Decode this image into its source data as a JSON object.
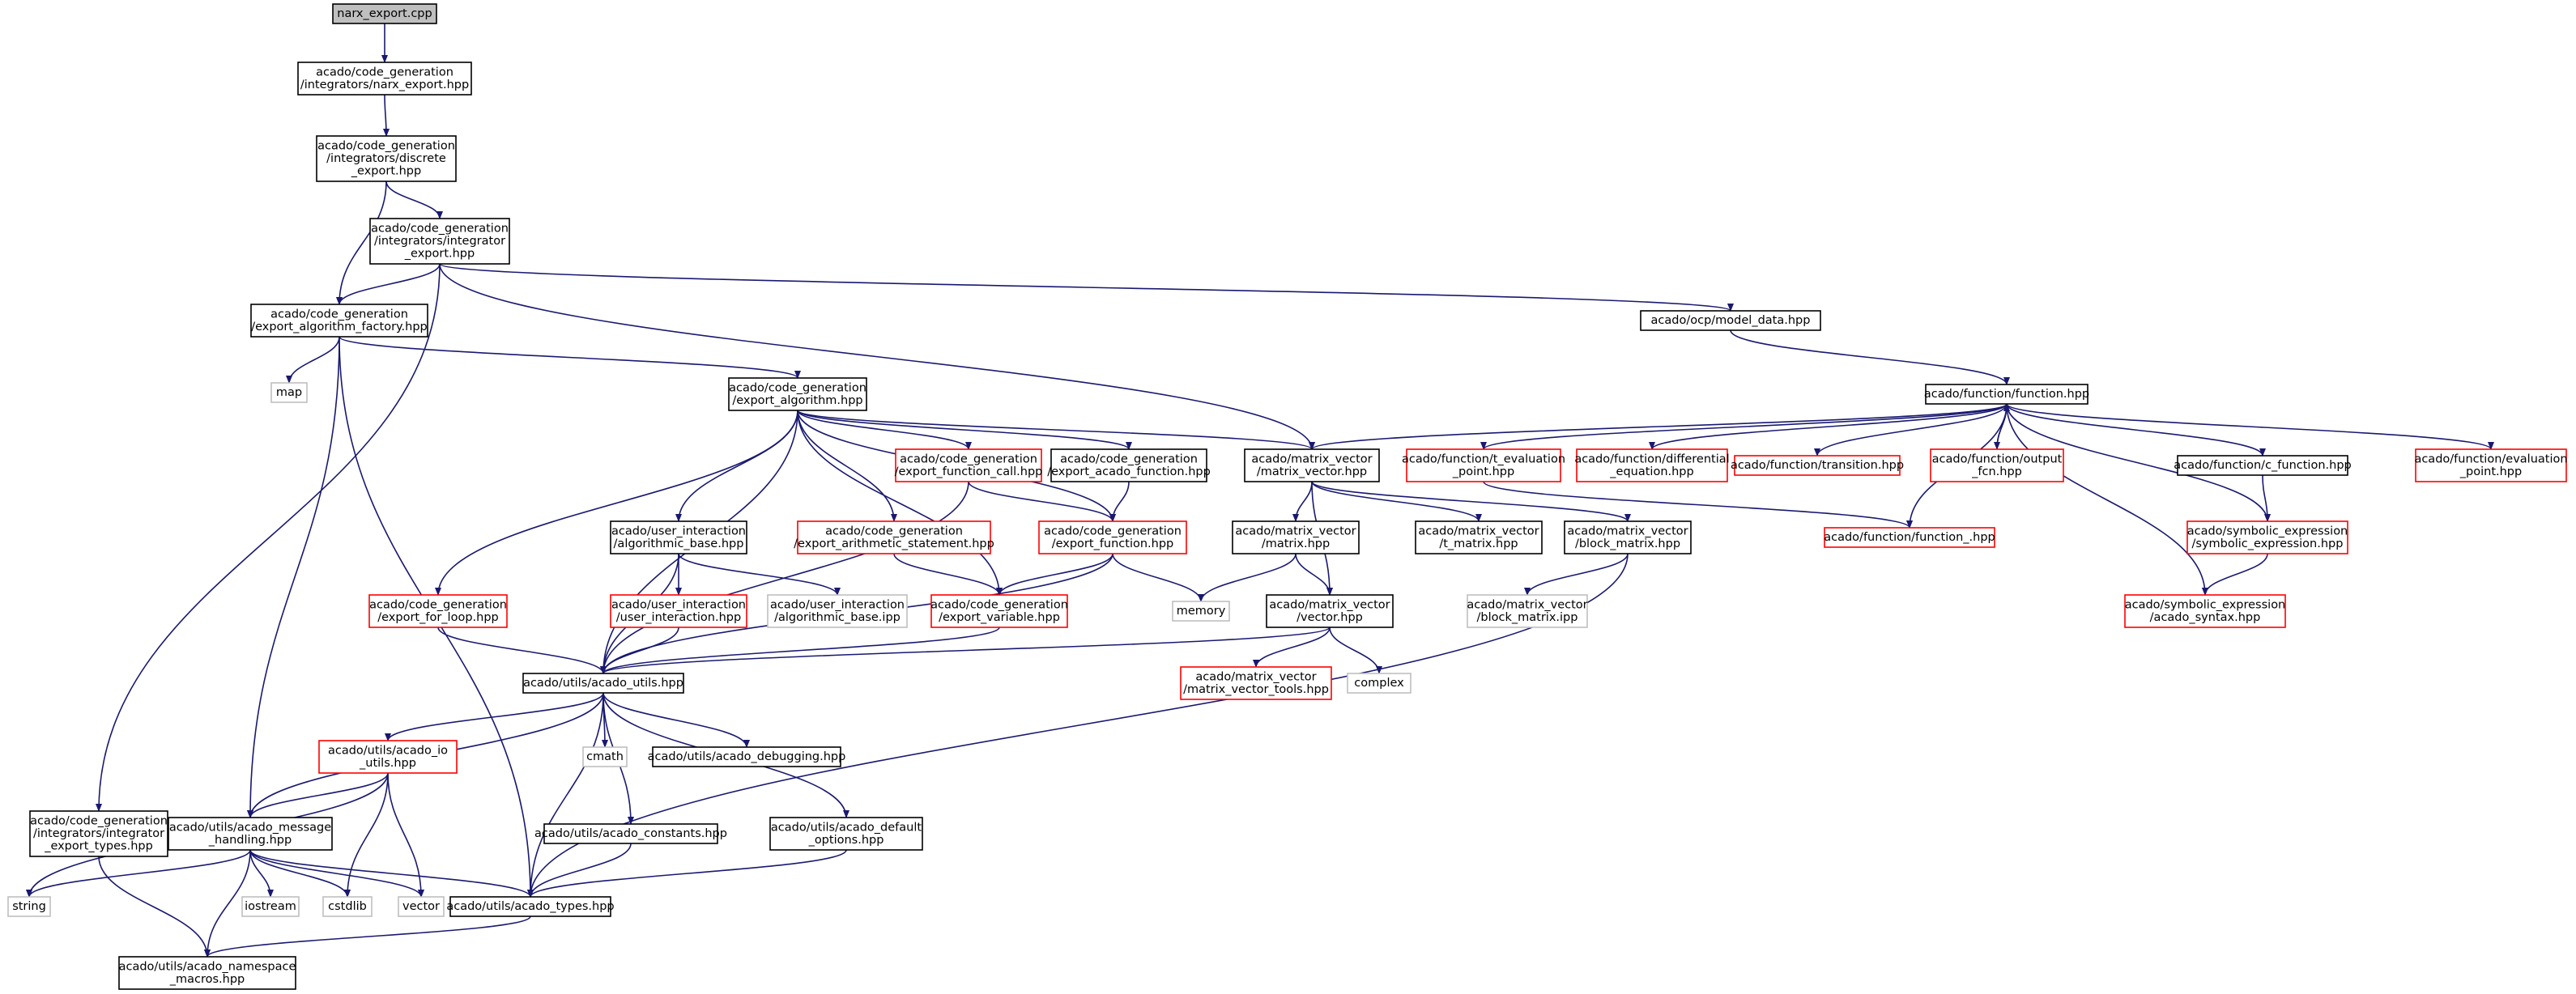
{
  "colors": {
    "edge": "#191970",
    "border_default": "#000000",
    "border_missing": "#ff0000",
    "border_external": "#bfbfbf",
    "fill_root": "#bfbfbf",
    "fill_default": "#ffffff"
  },
  "nodes": [
    {
      "id": "narx_export_cpp",
      "kind": "root",
      "lines": [
        "narx_export.cpp"
      ]
    },
    {
      "id": "narx_export_hpp",
      "kind": "default",
      "lines": [
        "acado/code_generation",
        "/integrators/narx_export.hpp"
      ]
    },
    {
      "id": "discrete_export",
      "kind": "default",
      "lines": [
        "acado/code_generation",
        "/integrators/discrete",
        "_export.hpp"
      ]
    },
    {
      "id": "integrator_export",
      "kind": "default",
      "lines": [
        "acado/code_generation",
        "/integrators/integrator",
        "_export.hpp"
      ]
    },
    {
      "id": "export_algorithm_factory",
      "kind": "default",
      "lines": [
        "acado/code_generation",
        "/export_algorithm_factory.hpp"
      ]
    },
    {
      "id": "map",
      "kind": "external",
      "lines": [
        "map"
      ]
    },
    {
      "id": "model_data",
      "kind": "default",
      "lines": [
        "acado/ocp/model_data.hpp"
      ]
    },
    {
      "id": "export_algorithm",
      "kind": "default",
      "lines": [
        "acado/code_generation",
        "/export_algorithm.hpp"
      ]
    },
    {
      "id": "function_hpp",
      "kind": "default",
      "lines": [
        "acado/function/function.hpp"
      ]
    },
    {
      "id": "export_function_call",
      "kind": "missing",
      "lines": [
        "acado/code_generation",
        "/export_function_call.hpp"
      ]
    },
    {
      "id": "export_acado_function",
      "kind": "default",
      "lines": [
        "acado/code_generation",
        "/export_acado_function.hpp"
      ]
    },
    {
      "id": "matrix_vector_hpp",
      "kind": "default",
      "lines": [
        "acado/matrix_vector",
        "/matrix_vector.hpp"
      ]
    },
    {
      "id": "t_evaluation_point",
      "kind": "missing",
      "lines": [
        "acado/function/t_evaluation",
        "_point.hpp"
      ]
    },
    {
      "id": "differential_equation",
      "kind": "missing",
      "lines": [
        "acado/function/differential",
        "_equation.hpp"
      ]
    },
    {
      "id": "transition",
      "kind": "missing",
      "lines": [
        "acado/function/transition.hpp"
      ]
    },
    {
      "id": "output_fcn",
      "kind": "missing",
      "lines": [
        "acado/function/output",
        "_fcn.hpp"
      ]
    },
    {
      "id": "c_function",
      "kind": "default",
      "lines": [
        "acado/function/c_function.hpp"
      ]
    },
    {
      "id": "evaluation_point",
      "kind": "missing",
      "lines": [
        "acado/function/evaluation",
        "_point.hpp"
      ]
    },
    {
      "id": "algorithmic_base_hpp",
      "kind": "default",
      "lines": [
        "acado/user_interaction",
        "/algorithmic_base.hpp"
      ]
    },
    {
      "id": "export_arithmetic_statement",
      "kind": "missing",
      "lines": [
        "acado/code_generation",
        "/export_arithmetic_statement.hpp"
      ]
    },
    {
      "id": "export_function",
      "kind": "missing",
      "lines": [
        "acado/code_generation",
        "/export_function.hpp"
      ]
    },
    {
      "id": "matrix_hpp",
      "kind": "default",
      "lines": [
        "acado/matrix_vector",
        "/matrix.hpp"
      ]
    },
    {
      "id": "t_matrix",
      "kind": "default",
      "lines": [
        "acado/matrix_vector",
        "/t_matrix.hpp"
      ]
    },
    {
      "id": "block_matrix_hpp",
      "kind": "default",
      "lines": [
        "acado/matrix_vector",
        "/block_matrix.hpp"
      ]
    },
    {
      "id": "function_",
      "kind": "missing",
      "lines": [
        "acado/function/function_.hpp"
      ]
    },
    {
      "id": "symbolic_expression",
      "kind": "missing",
      "lines": [
        "acado/symbolic_expression",
        "/symbolic_expression.hpp"
      ]
    },
    {
      "id": "export_for_loop",
      "kind": "missing",
      "lines": [
        "acado/code_generation",
        "/export_for_loop.hpp"
      ]
    },
    {
      "id": "user_interaction_hpp",
      "kind": "missing",
      "lines": [
        "acado/user_interaction",
        "/user_interaction.hpp"
      ]
    },
    {
      "id": "algorithmic_base_ipp",
      "kind": "external",
      "lines": [
        "acado/user_interaction",
        "/algorithmic_base.ipp"
      ]
    },
    {
      "id": "export_variable",
      "kind": "missing",
      "lines": [
        "acado/code_generation",
        "/export_variable.hpp"
      ]
    },
    {
      "id": "memory",
      "kind": "external",
      "lines": [
        "memory"
      ]
    },
    {
      "id": "vector_hpp",
      "kind": "default",
      "lines": [
        "acado/matrix_vector",
        "/vector.hpp"
      ]
    },
    {
      "id": "block_matrix_ipp",
      "kind": "external",
      "lines": [
        "acado/matrix_vector",
        "/block_matrix.ipp"
      ]
    },
    {
      "id": "acado_syntax",
      "kind": "missing",
      "lines": [
        "acado/symbolic_expression",
        "/acado_syntax.hpp"
      ]
    },
    {
      "id": "acado_utils",
      "kind": "default",
      "lines": [
        "acado/utils/acado_utils.hpp"
      ]
    },
    {
      "id": "matrix_vector_tools",
      "kind": "missing",
      "lines": [
        "acado/matrix_vector",
        "/matrix_vector_tools.hpp"
      ]
    },
    {
      "id": "complex",
      "kind": "external",
      "lines": [
        "complex"
      ]
    },
    {
      "id": "acado_io_utils",
      "kind": "missing",
      "lines": [
        "acado/utils/acado_io",
        "_utils.hpp"
      ]
    },
    {
      "id": "cmath",
      "kind": "external",
      "lines": [
        "cmath"
      ]
    },
    {
      "id": "acado_debugging",
      "kind": "default",
      "lines": [
        "acado/utils/acado_debugging.hpp"
      ]
    },
    {
      "id": "export_types",
      "kind": "default",
      "lines": [
        "acado/code_generation",
        "/integrators/integrator",
        "_export_types.hpp"
      ]
    },
    {
      "id": "acado_message_handling",
      "kind": "default",
      "lines": [
        "acado/utils/acado_message",
        "_handling.hpp"
      ]
    },
    {
      "id": "acado_constants",
      "kind": "default",
      "lines": [
        "acado/utils/acado_constants.hpp"
      ]
    },
    {
      "id": "acado_default_options",
      "kind": "default",
      "lines": [
        "acado/utils/acado_default",
        "_options.hpp"
      ]
    },
    {
      "id": "string",
      "kind": "external",
      "lines": [
        "string"
      ]
    },
    {
      "id": "iostream",
      "kind": "external",
      "lines": [
        "iostream"
      ]
    },
    {
      "id": "cstdlib",
      "kind": "external",
      "lines": [
        "cstdlib"
      ]
    },
    {
      "id": "vector",
      "kind": "external",
      "lines": [
        "vector"
      ]
    },
    {
      "id": "acado_types",
      "kind": "default",
      "lines": [
        "acado/utils/acado_types.hpp"
      ]
    },
    {
      "id": "acado_namespace_macros",
      "kind": "default",
      "lines": [
        "acado/utils/acado_namespace",
        "_macros.hpp"
      ]
    }
  ],
  "edges": [
    [
      "narx_export_cpp",
      "narx_export_hpp"
    ],
    [
      "narx_export_hpp",
      "discrete_export"
    ],
    [
      "discrete_export",
      "integrator_export"
    ],
    [
      "discrete_export",
      "export_algorithm_factory"
    ],
    [
      "integrator_export",
      "export_algorithm_factory"
    ],
    [
      "integrator_export",
      "model_data"
    ],
    [
      "integrator_export",
      "export_types"
    ],
    [
      "integrator_export",
      "matrix_vector_hpp"
    ],
    [
      "export_algorithm_factory",
      "map"
    ],
    [
      "export_algorithm_factory",
      "export_algorithm"
    ],
    [
      "export_algorithm_factory",
      "acado_message_handling"
    ],
    [
      "export_algorithm_factory",
      "acado_types"
    ],
    [
      "model_data",
      "function_hpp"
    ],
    [
      "export_algorithm",
      "export_function_call"
    ],
    [
      "export_algorithm",
      "export_acado_function"
    ],
    [
      "export_algorithm",
      "matrix_vector_hpp"
    ],
    [
      "export_algorithm",
      "export_for_loop"
    ],
    [
      "export_algorithm",
      "algorithmic_base_hpp"
    ],
    [
      "export_algorithm",
      "export_arithmetic_statement"
    ],
    [
      "export_algorithm",
      "export_variable"
    ],
    [
      "export_algorithm",
      "export_function"
    ],
    [
      "export_algorithm",
      "acado_utils"
    ],
    [
      "function_hpp",
      "matrix_vector_hpp"
    ],
    [
      "function_hpp",
      "t_evaluation_point"
    ],
    [
      "function_hpp",
      "differential_equation"
    ],
    [
      "function_hpp",
      "transition"
    ],
    [
      "function_hpp",
      "output_fcn"
    ],
    [
      "function_hpp",
      "c_function"
    ],
    [
      "function_hpp",
      "evaluation_point"
    ],
    [
      "function_hpp",
      "function_"
    ],
    [
      "function_hpp",
      "symbolic_expression"
    ],
    [
      "function_hpp",
      "acado_syntax"
    ],
    [
      "output_fcn",
      "function_hpp"
    ],
    [
      "t_evaluation_point",
      "function_"
    ],
    [
      "c_function",
      "symbolic_expression"
    ],
    [
      "symbolic_expression",
      "acado_syntax"
    ],
    [
      "export_function_call",
      "export_function"
    ],
    [
      "export_function_call",
      "acado_utils"
    ],
    [
      "export_acado_function",
      "export_function"
    ],
    [
      "export_arithmetic_statement",
      "export_variable"
    ],
    [
      "export_function",
      "export_variable"
    ],
    [
      "export_function",
      "memory"
    ],
    [
      "export_function",
      "acado_utils"
    ],
    [
      "matrix_vector_hpp",
      "matrix_hpp"
    ],
    [
      "matrix_vector_hpp",
      "t_matrix"
    ],
    [
      "matrix_vector_hpp",
      "block_matrix_hpp"
    ],
    [
      "matrix_vector_hpp",
      "vector_hpp"
    ],
    [
      "matrix_hpp",
      "memory"
    ],
    [
      "matrix_hpp",
      "vector_hpp"
    ],
    [
      "block_matrix_hpp",
      "block_matrix_ipp"
    ],
    [
      "block_matrix_hpp",
      "acado_types"
    ],
    [
      "vector_hpp",
      "matrix_vector_tools"
    ],
    [
      "vector_hpp",
      "complex"
    ],
    [
      "vector_hpp",
      "acado_utils"
    ],
    [
      "algorithmic_base_hpp",
      "user_interaction_hpp"
    ],
    [
      "algorithmic_base_hpp",
      "algorithmic_base_ipp"
    ],
    [
      "algorithmic_base_hpp",
      "acado_utils"
    ],
    [
      "user_interaction_hpp",
      "acado_utils"
    ],
    [
      "export_for_loop",
      "acado_utils"
    ],
    [
      "export_variable",
      "acado_utils"
    ],
    [
      "acado_utils",
      "acado_io_utils"
    ],
    [
      "acado_utils",
      "cmath"
    ],
    [
      "acado_utils",
      "acado_debugging"
    ],
    [
      "acado_utils",
      "acado_constants"
    ],
    [
      "acado_utils",
      "acado_default_options"
    ],
    [
      "acado_utils",
      "acado_message_handling"
    ],
    [
      "acado_utils",
      "acado_types"
    ],
    [
      "acado_io_utils",
      "string"
    ],
    [
      "acado_io_utils",
      "acado_message_handling"
    ],
    [
      "acado_io_utils",
      "cstdlib"
    ],
    [
      "acado_io_utils",
      "vector"
    ],
    [
      "acado_message_handling",
      "string"
    ],
    [
      "acado_message_handling",
      "iostream"
    ],
    [
      "acado_message_handling",
      "cstdlib"
    ],
    [
      "acado_message_handling",
      "vector"
    ],
    [
      "acado_message_handling",
      "acado_types"
    ],
    [
      "acado_message_handling",
      "acado_namespace_macros"
    ],
    [
      "acado_constants",
      "acado_types"
    ],
    [
      "acado_default_options",
      "acado_types"
    ],
    [
      "export_types",
      "acado_namespace_macros"
    ],
    [
      "acado_types",
      "acado_namespace_macros"
    ]
  ]
}
